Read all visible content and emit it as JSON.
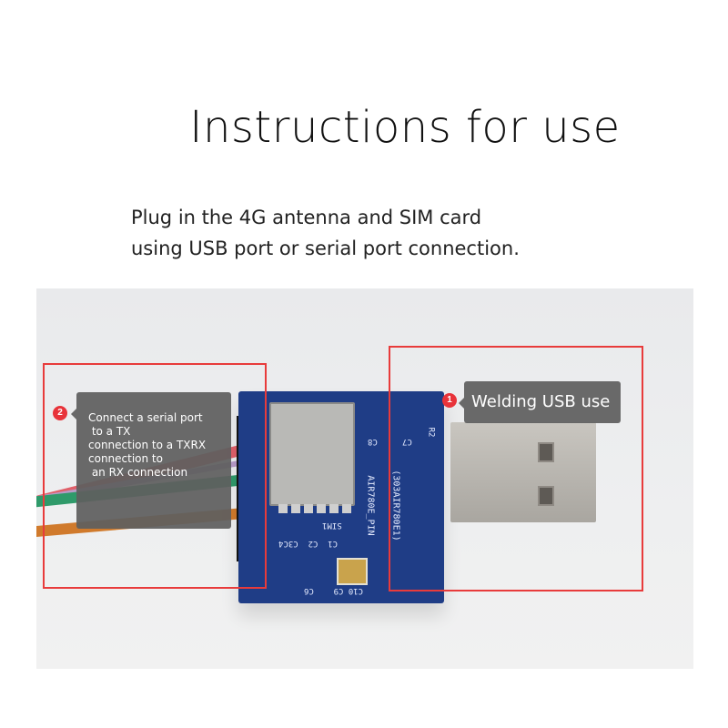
{
  "heading": {
    "title": "Instructions for use",
    "subtitle_line1": "Plug in the 4G antenna and SIM card",
    "subtitle_line2": "using USB port or serial port connection."
  },
  "photo": {
    "board_labels": {
      "model": "AIR780E_PIN",
      "part": "(303AIR780E1)",
      "sim": "SIM1",
      "caps": "C1  C2  C3C4",
      "bottom": "C10 C9    C6",
      "c8": "C8",
      "c7": "C7",
      "r2": "R2"
    },
    "wire_colors": [
      "#e0606a",
      "#9d6fb0",
      "#2f9a6a",
      "#d07a2c"
    ],
    "accent_color": "#e83b3b"
  },
  "callouts": [
    {
      "number": "1",
      "text": "Welding USB use"
    },
    {
      "number": "2",
      "text": "Connect a serial port\n to a TX\nconnection to a TXRX\nconnection to\n an RX connection"
    }
  ]
}
